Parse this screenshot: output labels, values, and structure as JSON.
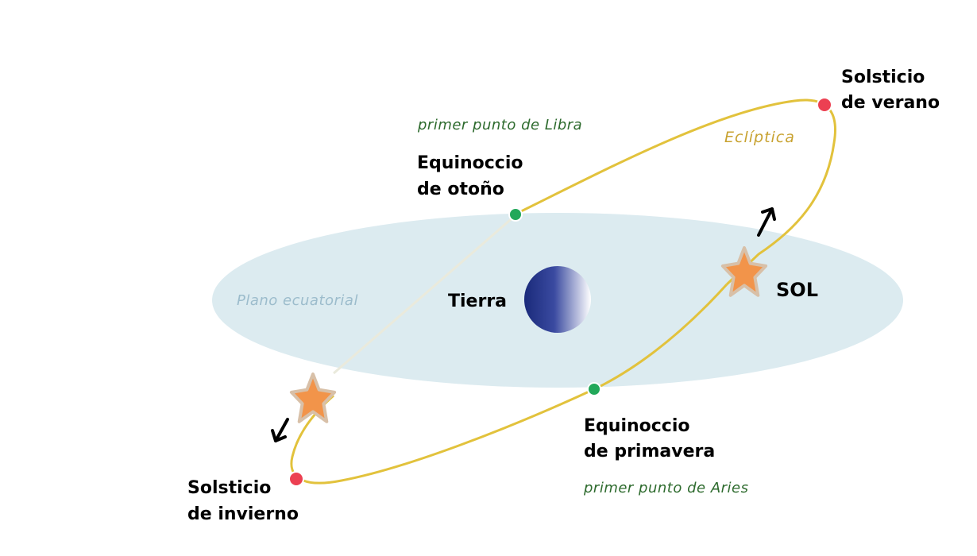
{
  "colors": {
    "plane_fill": "#dcebf0",
    "plane_label": "#9cbccc",
    "ecliptic": "#e2c23c",
    "ecliptic_label": "#c8a230",
    "green_text": "#2e6b2e",
    "equinox_dot": "#22a85a",
    "solstice_dot": "#ec4052",
    "sun": "#f2944a",
    "earth_dark": "#1a2a7a",
    "earth_light": "#ffffff"
  },
  "labels": {
    "plane": "Plano ecuatorial",
    "earth": "Tierra",
    "sun": "SOL",
    "ecliptic": "Eclíptica",
    "libra": "primer punto de Libra",
    "aries": "primer punto de Aries",
    "autumn_equinox": [
      "Equinoccio",
      "de otoño"
    ],
    "spring_equinox": [
      "Equinoccio",
      "de primavera"
    ],
    "summer_solstice": [
      "Solsticio",
      "de verano"
    ],
    "winter_solstice": [
      "Solsticio",
      "de invierno"
    ]
  }
}
